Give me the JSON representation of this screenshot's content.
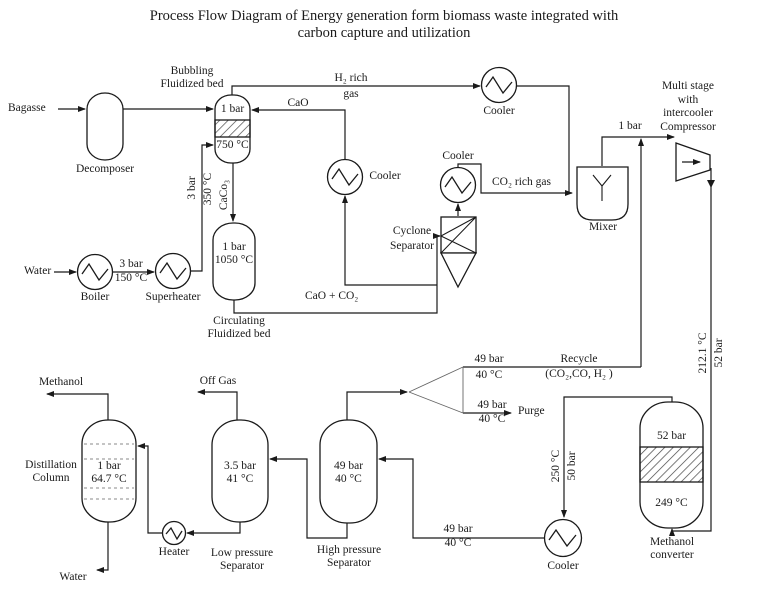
{
  "title": {
    "line1": "Process Flow Diagram of Energy generation form biomass waste integrated with",
    "line2": "carbon capture and utilization"
  },
  "colors": {
    "line": "#1a1a1a",
    "background": "#ffffff"
  },
  "equipment": {
    "decomposer": {
      "name": "Decomposer"
    },
    "bubbling_fluidized_bed": {
      "name_line1": "Bubbling",
      "name_line2": "Fluidized bed",
      "pressure": "1 bar",
      "temperature": "750 °C"
    },
    "circulating_fluidized_bed": {
      "name_line1": "Circulating",
      "name_line2": "Fluidized bed",
      "pressure": "1 bar",
      "temperature": "1050 °C"
    },
    "boiler": {
      "name": "Boiler"
    },
    "superheater": {
      "name": "Superheater"
    },
    "cao_cooler": {
      "name": "Cooler"
    },
    "h2_cooler": {
      "name": "Cooler"
    },
    "co2_cooler": {
      "name": "Cooler"
    },
    "cyclone_separator": {
      "name_line1": "Cyclone",
      "name_line2": "Separator"
    },
    "mixer": {
      "name": "Mixer"
    },
    "compressor": {
      "name_line1": "Multi stage",
      "name_line2": "with",
      "name_line3": "intercooler",
      "name_line4": "Compressor"
    },
    "methanol_converter": {
      "name_line1": "Methanol",
      "name_line2": "converter",
      "pressure": "52 bar",
      "temperature": "249 °C"
    },
    "high_pressure_separator": {
      "name_line1": "High pressure",
      "name_line2": "Separator",
      "pressure": "49 bar",
      "temperature": "40 °C"
    },
    "low_pressure_separator": {
      "name_line1": "Low pressure",
      "name_line2": "Separator",
      "pressure": "3.5 bar",
      "temperature": "41 °C"
    },
    "distillation_column": {
      "name_line1": "Distillation",
      "name_line2": "Column",
      "pressure": "1 bar",
      "temperature": "64.7 °C"
    },
    "heater": {
      "name": "Heater"
    },
    "product_cooler": {
      "name": "Cooler"
    }
  },
  "streams": {
    "bagasse": {
      "label": "Bagasse"
    },
    "water_feed": {
      "label": "Water"
    },
    "boiler_outlet": {
      "pressure": "3 bar",
      "temperature": "150 °C"
    },
    "steam_to_bed": {
      "pressure": "3 bar",
      "temperature": "350 °C"
    },
    "caco3": {
      "label": "CaCo₃"
    },
    "h2_rich_gas": {
      "label_line1": "H₂ rich",
      "label_line2": "gas"
    },
    "cao": {
      "label": "CaO"
    },
    "cao_co2": {
      "label": "CaO + CO₂"
    },
    "co2_rich_gas": {
      "label": "CO₂ rich gas"
    },
    "mixer_outlet": {
      "pressure": "1 bar"
    },
    "compressor_outlet": {
      "pressure": "52 bar",
      "temperature": "212.1 °C"
    },
    "converter_outlet": {
      "pressure": "50 bar",
      "temperature": "250 °C"
    },
    "cooler_outlet": {
      "pressure": "49 bar",
      "temperature": "40 °C"
    },
    "recycle": {
      "pressure": "49 bar",
      "temperature": "40 °C",
      "label": "Recycle",
      "composition": "(CO₂,CO, H₂ )"
    },
    "purge": {
      "pressure": "49 bar",
      "temperature": "40 °C",
      "label": "Purge"
    },
    "off_gas": {
      "label": "Off Gas"
    },
    "methanol_product": {
      "label": "Methanol"
    },
    "water_product": {
      "label": "Water"
    }
  }
}
